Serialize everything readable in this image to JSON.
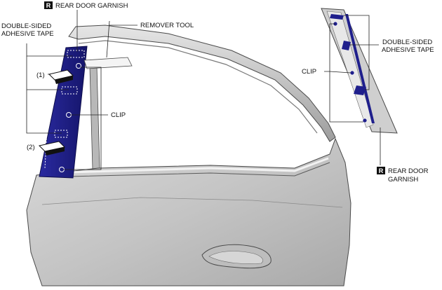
{
  "labels": {
    "garnish_top_badge": "R",
    "garnish_top": "REAR DOOR GARNISH",
    "tape_left_line1": "DOUBLE-SIDED",
    "tape_left_line2": "ADHESIVE TAPE",
    "remover_tool": "REMOVER TOOL",
    "step1": "(1)",
    "step2": "(2)",
    "clip_left": "CLIP",
    "clip_right": "CLIP",
    "tape_right_line1": "DOUBLE-SIDED",
    "tape_right_line2": "ADHESIVE TAPE",
    "garnish_bottom_badge": "R",
    "garnish_bottom_line1": "REAR DOOR",
    "garnish_bottom_line2": "GARNISH"
  },
  "colors": {
    "garnish": "#1f1f8c",
    "door_body": "#c9c9c9",
    "outline": "#4a4a4a",
    "leader": "#222222"
  }
}
